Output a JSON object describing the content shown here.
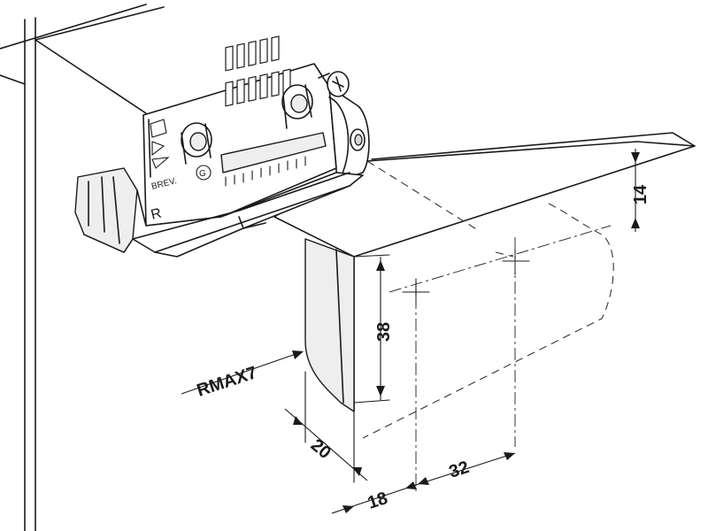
{
  "dimensions": {
    "height_14": "14",
    "height_38": "38",
    "radius": "RMAX7",
    "depth_20": "20",
    "offset_18": "18",
    "width_32": "32"
  },
  "housing_labels": {
    "side_mark": "R",
    "embossed": "BREV."
  }
}
